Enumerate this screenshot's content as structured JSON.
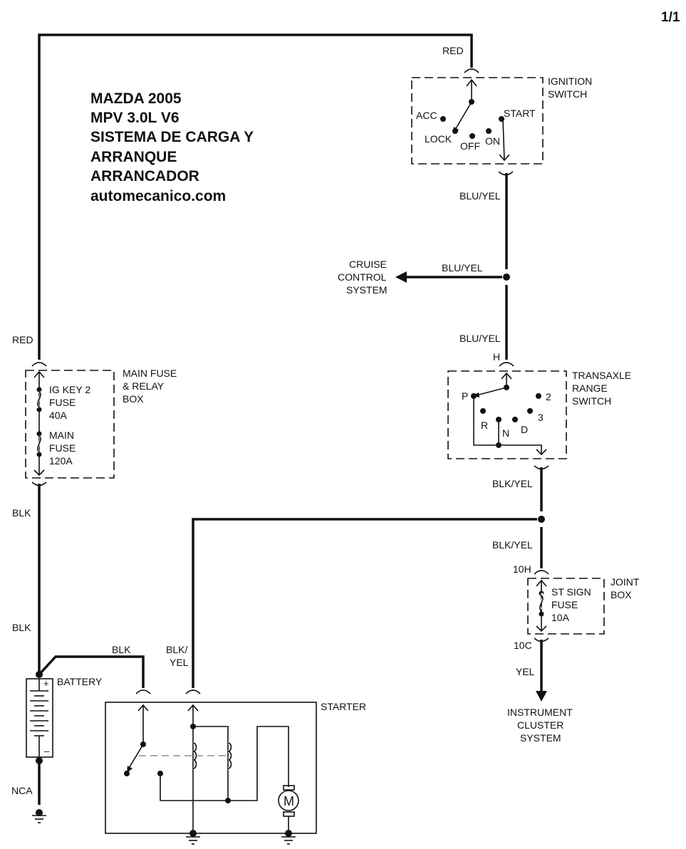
{
  "page_indicator": "1/1",
  "title_block": {
    "line1": "MAZDA 2005",
    "line2": "MPV 3.0L V6",
    "line3": "SISTEMA DE CARGA Y",
    "line4": "ARRANQUE",
    "line5": "ARRANCADOR",
    "line6": "automecanico.com"
  },
  "wires": {
    "red_top": "RED",
    "red_left": "RED",
    "blu_yel_1": "BLU/YEL",
    "blu_yel_cruise": "BLU/YEL",
    "blu_yel_2": "BLU/YEL",
    "blk_yel_1": "BLK/YEL",
    "blk_yel_2": "BLK/YEL",
    "blk_1": "BLK",
    "blk_2": "BLK",
    "blk_starter": "BLK",
    "blk_yel_starter_1": "BLK/",
    "blk_yel_starter_2": "YEL",
    "yel": "YEL",
    "nca": "NCA"
  },
  "ignition_switch": {
    "name_1": "IGNITION",
    "name_2": "SWITCH",
    "positions": [
      "ACC",
      "LOCK",
      "OFF",
      "ON",
      "START"
    ]
  },
  "cruise": {
    "line1": "CRUISE",
    "line2": "CONTROL",
    "line3": "SYSTEM"
  },
  "transaxle_switch": {
    "name_1": "TRANSAXLE",
    "name_2": "RANGE",
    "name_3": "SWITCH",
    "connector": "H",
    "positions": [
      "P",
      "R",
      "N",
      "D",
      "3",
      "2"
    ]
  },
  "main_fuse_box": {
    "name_1": "MAIN FUSE",
    "name_2": "& RELAY",
    "name_3": "BOX",
    "fuse1": [
      "IG KEY 2",
      "FUSE",
      "40A"
    ],
    "fuse2": [
      "MAIN",
      "FUSE",
      "120A"
    ]
  },
  "joint_box": {
    "name_1": "JOINT",
    "name_2": "BOX",
    "conn_in": "10H",
    "conn_out": "10C",
    "fuse": [
      "ST SIGN",
      "FUSE",
      "10A"
    ]
  },
  "instrument": {
    "line1": "INSTRUMENT",
    "line2": "CLUSTER",
    "line3": "SYSTEM"
  },
  "battery": {
    "name": "BATTERY",
    "plus": "+",
    "minus": "–"
  },
  "starter": {
    "name": "STARTER",
    "motor": "M"
  }
}
